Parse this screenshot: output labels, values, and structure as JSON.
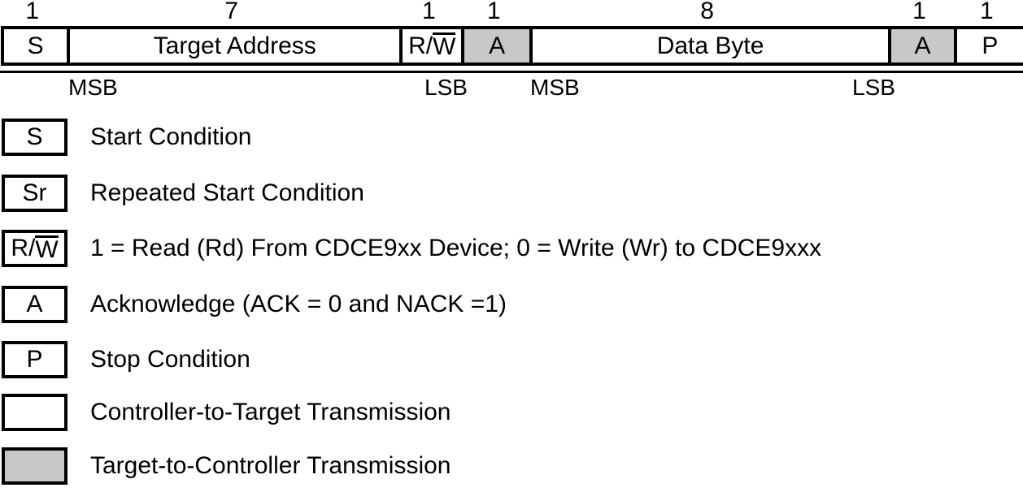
{
  "frame": {
    "cells": [
      {
        "id": "start",
        "bits": "1",
        "label": "S",
        "label_overline": "",
        "fill": "white"
      },
      {
        "id": "target-address",
        "bits": "7",
        "label": "Target Address",
        "label_overline": "",
        "fill": "white"
      },
      {
        "id": "read-write",
        "bits": "1",
        "label": "R/",
        "label_overline": "W",
        "fill": "white"
      },
      {
        "id": "ack-1",
        "bits": "1",
        "label": "A",
        "label_overline": "",
        "fill": "gray"
      },
      {
        "id": "data-byte",
        "bits": "8",
        "label": "Data Byte",
        "label_overline": "",
        "fill": "white"
      },
      {
        "id": "ack-2",
        "bits": "1",
        "label": "A",
        "label_overline": "",
        "fill": "gray"
      },
      {
        "id": "stop",
        "bits": "1",
        "label": "P",
        "label_overline": "",
        "fill": "white"
      }
    ],
    "markers": [
      {
        "text": "MSB"
      },
      {
        "text": "LSB"
      },
      {
        "text": "MSB"
      },
      {
        "text": "LSB"
      }
    ]
  },
  "legend": [
    {
      "key": "S",
      "key_overline": "",
      "swatch": "white",
      "text": "Start Condition"
    },
    {
      "key": "Sr",
      "key_overline": "",
      "swatch": "white",
      "text": "Repeated Start Condition"
    },
    {
      "key": "R/",
      "key_overline": "W",
      "swatch": "white",
      "text": "1 = Read (Rd) From CDCE9xx Device; 0 = Write (Wr) to CDCE9xxx"
    },
    {
      "key": "A",
      "key_overline": "",
      "swatch": "white",
      "text": "Acknowledge (ACK = 0 and NACK =1)"
    },
    {
      "key": "P",
      "key_overline": "",
      "swatch": "white",
      "text": "Stop Condition"
    },
    {
      "key": "",
      "key_overline": "",
      "swatch": "white",
      "text": "Controller-to-Target Transmission"
    },
    {
      "key": "",
      "key_overline": "",
      "swatch": "gray",
      "text": "Target-to-Controller Transmission"
    }
  ],
  "colors": {
    "controller_to_target_fill": "#ffffff",
    "target_to_controller_fill": "#c8c8c8",
    "line": "#000000"
  }
}
